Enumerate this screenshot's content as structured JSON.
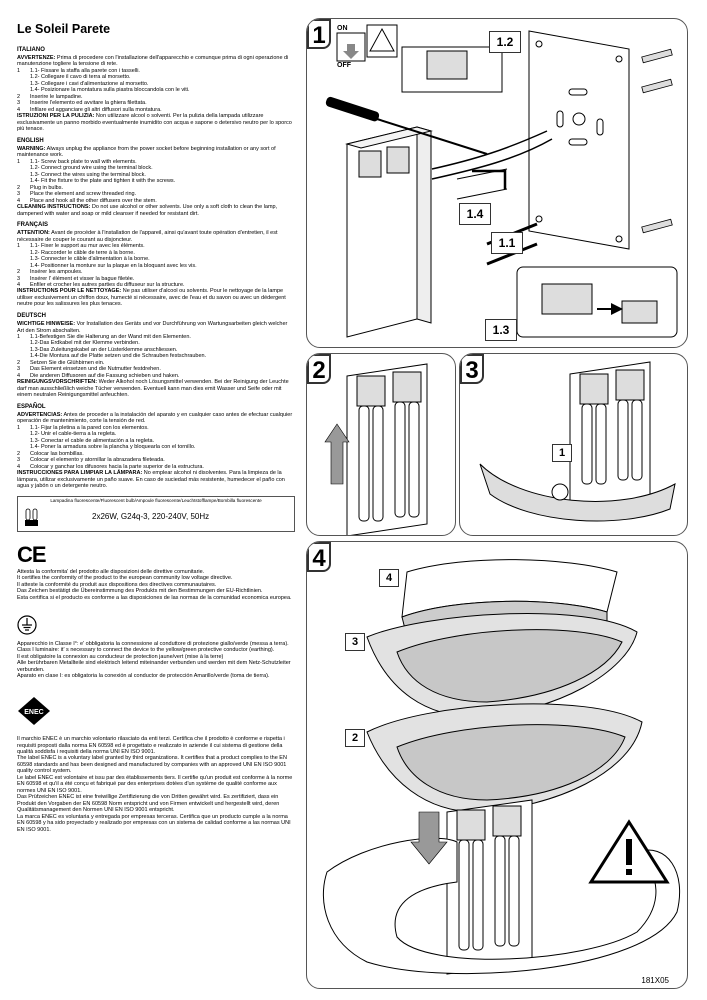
{
  "title": "Le Soleil Parete",
  "languages": [
    {
      "name": "ITALIANO",
      "warning_label": "AVVERTENZE:",
      "warning_text": " Prima di procedere con l'installazione dell'apparecchio e comunque prima di ogni operazione di manutenzione togliere la tensione di rete.",
      "steps": [
        {
          "n": "1",
          "text": "1.1- Fissare la staffa alla parete con i tasselli."
        },
        {
          "n": "",
          "text": "1.2- Collegare il cavo di terra al morsetto."
        },
        {
          "n": "",
          "text": "1.3- Collegare i cavi d'alimentazione al morsetto."
        },
        {
          "n": "",
          "text": "1.4- Posizionare la montatura sulla piastra bloccandola con le viti."
        },
        {
          "n": "2",
          "text": "Inserire le lampadine."
        },
        {
          "n": "3",
          "text": "Inserire l'elemento ed avvitare la ghiera filettata."
        },
        {
          "n": "4",
          "text": "Infilare ed agganciare gli altri diffusori sulla montatura."
        }
      ],
      "clean_label": "ISTRUZIONI PER LA PULIZIA:",
      "clean_text": " Non utilizzare alcool o solventi. Per la pulizia della lampada utilizzare esclusivamente un panno morbido eventualmente inumidito con acqua e sapone o detersivo neutro per lo sporco più tenace."
    },
    {
      "name": "ENGLISH",
      "warning_label": "WARNING:",
      "warning_text": " Always unplug the appliance from the power socket before beginning installation or any sort of maintenance work.",
      "steps": [
        {
          "n": "1",
          "text": "1.1- Screw back plate to wall with elements."
        },
        {
          "n": "",
          "text": "1.2- Connect ground wire using the terminal block."
        },
        {
          "n": "",
          "text": "1.3- Connect the wires using the terminal block."
        },
        {
          "n": "",
          "text": "1.4- Fit the fixture to the plate and tighten it with the screws."
        },
        {
          "n": "2",
          "text": "Plug in bulbs."
        },
        {
          "n": "3",
          "text": "Place the element and screw threaded ring."
        },
        {
          "n": "4",
          "text": "Place and hook all the other diffusers over the stem."
        }
      ],
      "clean_label": "CLEANING INSTRUCTIONS:",
      "clean_text": " Do not use alcohol or other solvents. Use only a soft cloth to clean the lamp, dampened with water and soap or mild cleanser if needed for resistant dirt."
    },
    {
      "name": "FRANÇAIS",
      "warning_label": "ATTENTION:",
      "warning_text": " Avant de procéder à l'installation de l'appareil, ainsi qu'avant toute opération d'entretien, il est nécessaire de couper le courant au disjoncteur.",
      "steps": [
        {
          "n": "1",
          "text": "1.1- Fixer le support au mur avec les éléments."
        },
        {
          "n": "",
          "text": "1.2- Raccorder le câble de terre à la borne."
        },
        {
          "n": "",
          "text": "1.3- Connecter le câble d'alimentation à la borne."
        },
        {
          "n": "",
          "text": "1.4- Positionner la monture sur la plaque  en la bloquant avec les vis."
        },
        {
          "n": "2",
          "text": "Insérer les ampoules."
        },
        {
          "n": "3",
          "text": "Insérer l' élément et visser la bague filetée."
        },
        {
          "n": "4",
          "text": "Enfiler et crocher les autres parties du diffuseur sur la structure."
        }
      ],
      "clean_label": "INSTRUCTIONS POUR LE NETTOYAGE:",
      "clean_text": " Ne pas utiliser d'alcool ou solvents. Pour le nettoyage de la lampe utiliser exclusivement un chiffon doux, humecté si nécessaire, avec de l'eau et du savon ou avec un dédergent neutre pour les salissures les plus tenaces."
    },
    {
      "name": "DEUTSCH",
      "warning_label": "WICHTIGE HINWEISE:",
      "warning_text": " Vor Installation des Geräts und vor Durchführung von Wartungsarbeiten gleich welcher Art den Strom abschalten.",
      "steps": [
        {
          "n": "1",
          "text": "1.1-Befestigen Sie die Halterung an der Wand mit den Elementen."
        },
        {
          "n": "",
          "text": "1.2-Das Erdkabel mit der Klemme verbinden."
        },
        {
          "n": "",
          "text": "1.3-Das Zuleitungskabel an der Lüsterklemme anschliessen."
        },
        {
          "n": "",
          "text": "1.4-Die Montura  auf die Platte setzen und die Schrauben festschrauben."
        },
        {
          "n": "2",
          "text": "Setzen Sie die Glühbirnen ein."
        },
        {
          "n": "3",
          "text": "Das Element einsetzen und die Nutmutter festdrehen."
        },
        {
          "n": "4",
          "text": "Die anderen Diffusoren auf die Fassung schieben und haken."
        }
      ],
      "clean_label": "REINIGUNGSVORSCHRIFTEN:",
      "clean_text": " Weder Alkohol noch Lösungsmittel verwenden. Bei der Reinigung der Leuchte darf man ausschließlich weiche Tücher verwenden. Eventuell kann man dies emit Wasser und Seife oder mit einem neutralen Reinigungsmittel anfeuchten."
    },
    {
      "name": "ESPAÑOL",
      "warning_label": "ADVERTENCIAS:",
      "warning_text": " Antes de proceder a la instalación del aparato y en cualquier caso antes de efectuar cualquier operación de mantenimiento, corte la tensión de red.",
      "steps": [
        {
          "n": "1",
          "text": "1.1- Fijar la pletina a la pared con los elementos."
        },
        {
          "n": "",
          "text": "1.2- Unir el cable-tierra a la regleta."
        },
        {
          "n": "",
          "text": "1.3- Conectar el cable de alimentación a la regleta."
        },
        {
          "n": "",
          "text": "1.4- Poner la armadura sobre la plancha y bloquearla con el tornillo."
        },
        {
          "n": "2",
          "text": "Colocar las bombillas."
        },
        {
          "n": "3",
          "text": "Colocar el elemento y atornillar la abrazadera fileteada."
        },
        {
          "n": "4",
          "text": "Colocar y ganchar los difusores hacia la parte superior de la estructura."
        }
      ],
      "clean_label": "INSTRUCCIONES PARA LIMPIAR LA LÁMPARA:",
      "clean_text": " No emplear alcohol ni disolventes. Para la limpieza de la lámpara, utilizar exclusivamente un paño suave. En caso de suciedad más resistente, humedecer el paño con agua y jabón o un detergente neutro."
    }
  ],
  "spec": {
    "header": "Lampadina fluorescente/Fluorescent bulb/Ampoule fluorescente/Leuchtstofflampe/Bombilla fluorescente",
    "value": "2x26W,  G24q-3,  220-240V,  50Hz"
  },
  "ce_mark": "CE",
  "ce_lines": [
    "Attesta la conformita' del prodotto alle disposizioni delle direttive comunitarie.",
    "It certifies the conformity of the product to the european community low voltage directive.",
    "Il atteste la conformité du produit aux dispositions des directives communautaires.",
    "Das Zeichen bestätigt die Übereinstimmung des Produkts mit den Bestimmungen der EU-Richtlinien.",
    "Esta certifica si el producto es conforme a las disposiciones de las normas de la comunidad economica europea."
  ],
  "class1_lines": [
    "Apparecchio in Classe I°: e' obbligatoria la connessione al conduttore di protezione giallo/verde (messa a terra).",
    "Class I luminaire: it' s necessary to connect the device to the yellow/green protective conductor (earthing).",
    "Il est obligatoire la connexion au conducteur de protection jaune/vert (mise à la terre)",
    "Alle berührbaren Metallteile sind elektrisch leitend miteinander verbunden und werden mit dem Netz-Schutzleiter verbunden.",
    "Aparato en clase I: es obligatoria la conexión al conductor de protección Amarillo/verde (toma de tierra)."
  ],
  "enec_lines": [
    "Il marchio ENEC è un marchio volontario rilasciato da enti terzi. Certifica che il prodotto è conforme e rispetta i requisiti proposti dalla norma EN 60598 ed è progettato e realizzato in aziende il cui sistema di gestione della qualità soddisfa i requisiti della norma UNI EN ISO 9001.",
    "The label ENEC is a voluntary label granted by third organizations. It certifies that a product complies to the EN 60598 standards and has been designed and manufactured by companies with an approved UNI EN ISO 9001 quality control system.",
    "Le label ENEC est volontaire et issu par des établissements tiers. Il certifie qu'un produit est conforme à la norme EN 60598 et qu'il a été conçu et fabriqué par des enterprises dotées d'un système de qualité conforme aux normes UNI EN ISO 9001.",
    "Das Prüfzeichen ENEC ist eine freiwillige Zertifizierung die von Dritten gewährt wird. Es zertifiziert, dass ein Produkt den Vorgaben der EN 60598 Norm entspricht und von Firmen entwickelt und hergestellt wird, deren Qualitätsmanagement den Normen UNI EN ISO 9001 entspricht.",
    "La marca ENEC es voluntaria y entregada por empresas terceras. Certifica que un producto cumple a la norma EN 60598 y ha sido proyectado y realizado por empresas con un sistema de calidad conforme a las normas UNI EN ISO 9001."
  ],
  "enec_mark": "ENEC",
  "panels": {
    "p1": "1",
    "p2": "2",
    "p3": "3",
    "p4": "4",
    "on": "ON",
    "off": "OFF",
    "c12": "1.2",
    "c14": "1.4",
    "c11": "1.1",
    "c13": "1.3",
    "p3_label": "1",
    "p4_labels": [
      "4",
      "3",
      "2"
    ]
  },
  "code": "181X05"
}
